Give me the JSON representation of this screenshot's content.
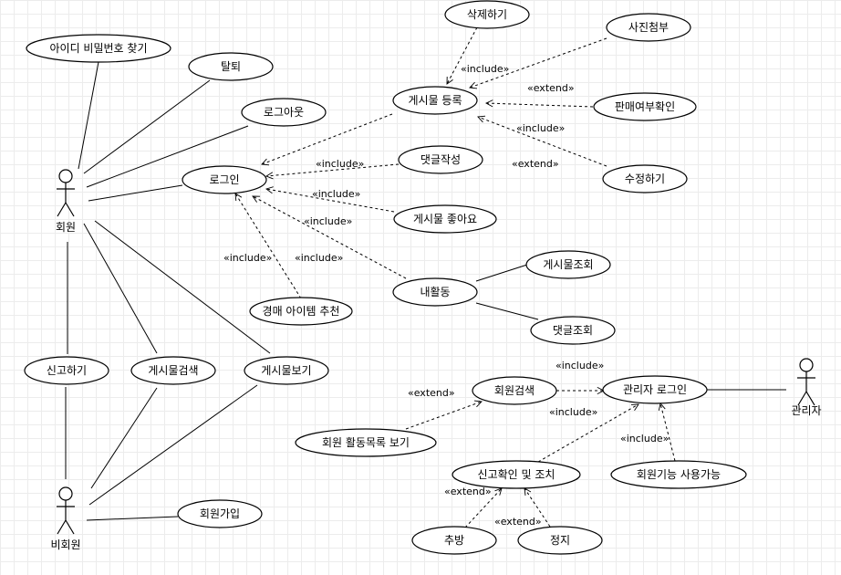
{
  "actors": {
    "member": "회원",
    "guest": "비회원",
    "admin": "관리자"
  },
  "usecases": {
    "find_id_pw": "아이디 비밀번호 찾기",
    "withdraw": "탈퇴",
    "logout": "로그아웃",
    "login": "로그인",
    "delete": "삭제하기",
    "attach_photo": "사진첨부",
    "post_register": "게시물 등록",
    "sale_check": "판매여부확인",
    "edit": "수정하기",
    "write_comment": "댓글작성",
    "like_post": "게시물 좋아요",
    "my_activity": "내활동",
    "view_posts": "게시물조회",
    "view_comments": "댓글조회",
    "auction_recommend": "경매 아이템 추천",
    "report": "신고하기",
    "search_posts": "게시물검색",
    "browse_posts": "게시물보기",
    "signup": "회원가입",
    "member_search": "회원검색",
    "admin_login": "관리자 로그인",
    "activity_list": "회원 활동목록 보기",
    "report_check": "신고확인 및 조치",
    "admin_features": "회원기능 사용가능",
    "expel": "추방",
    "suspend": "정지"
  },
  "stereotypes": {
    "include": "«include»",
    "extend": "«extend»"
  }
}
